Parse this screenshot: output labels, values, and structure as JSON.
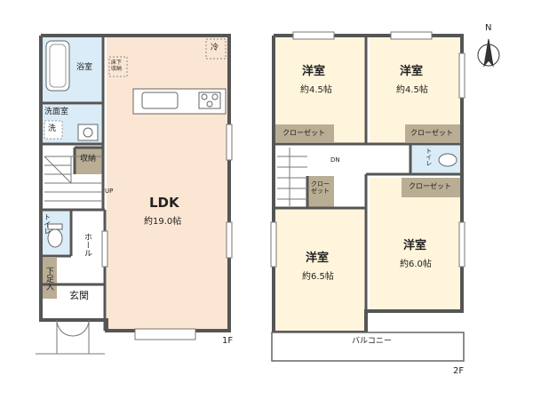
{
  "floor1": {
    "label": "1F",
    "bath": "浴室",
    "washroom": "洗面室",
    "washer": "洗",
    "storage": "収納",
    "up": "UP",
    "underfloor_storage": "床下収納",
    "fridge": "冷",
    "ldk_name": "LDK",
    "ldk_size": "約19.0帖",
    "toilet": "トイレ",
    "hall": "ホール",
    "shoe_storage": "下足入",
    "entrance": "玄関"
  },
  "floor2": {
    "label": "2F",
    "room_nw_name": "洋室",
    "room_nw_size": "約4.5帖",
    "room_ne_name": "洋室",
    "room_ne_size": "約4.5帖",
    "room_sw_name": "洋室",
    "room_sw_size": "約6.5帖",
    "room_se_name": "洋室",
    "room_se_size": "約6.0帖",
    "closet_nw": "クローゼット",
    "closet_ne": "クローゼット",
    "closet_mid": "クロー\nゼット",
    "closet_se": "クローゼット",
    "toilet": "トイレ",
    "down": "DN",
    "balcony": "バルコニー"
  },
  "compass": "N",
  "colors": {
    "wall": "#555555",
    "ldk_floor": "#fbe6d3",
    "wet_floor": "#d9ecf7",
    "room_floor": "#fff5dc",
    "closet_fill": "#b9ad93"
  }
}
